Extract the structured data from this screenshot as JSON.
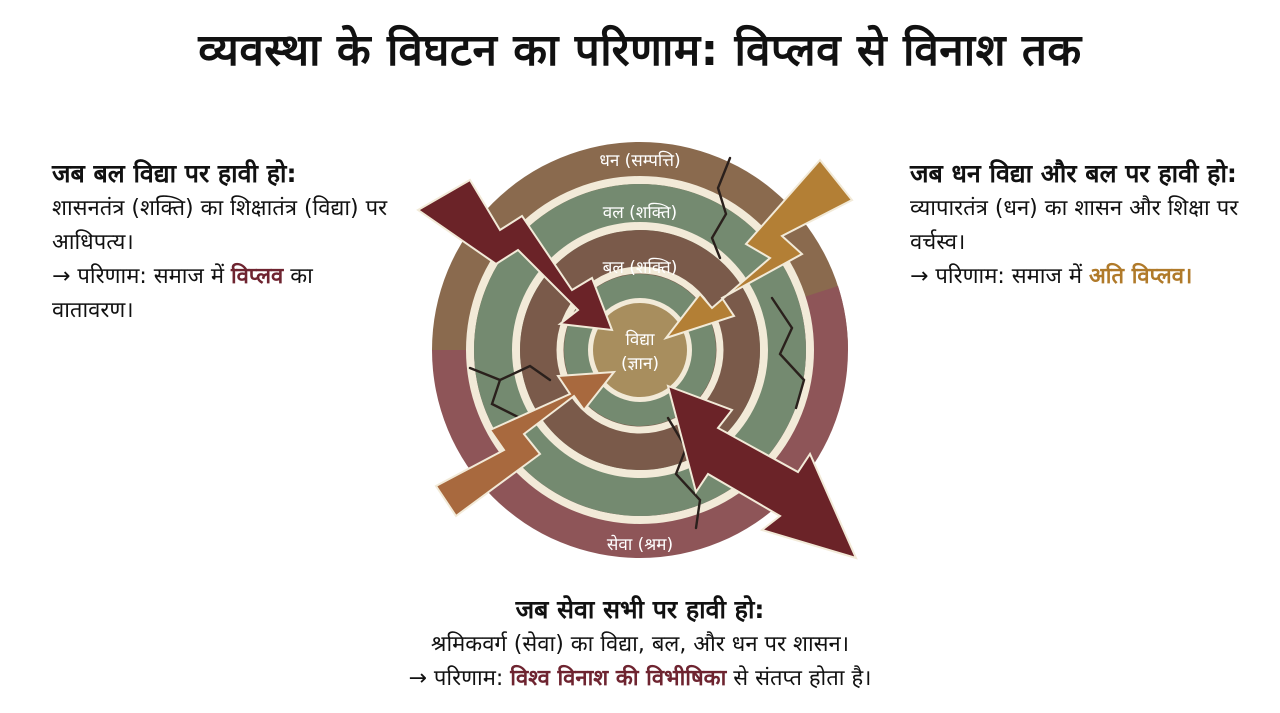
{
  "title": "व्यवस्था के विघटन का परिणाम: विप्लव से विनाश तक",
  "left_note": {
    "heading": "जब बल विद्या पर हावी हो:",
    "line1": "शासनतंत्र (शक्ति) का शिक्षातंत्र (विद्या) पर आधिपत्य।",
    "result_prefix": "→ परिणाम: समाज में ",
    "result_highlight": "विप्लव",
    "result_suffix": " का वातावरण।"
  },
  "right_note": {
    "heading": "जब धन विद्या और बल पर हावी हो:",
    "line1": "व्यापारतंत्र (धन) का शासन और शिक्षा पर वर्चस्व।",
    "result_prefix": "→ परिणाम: समाज में ",
    "result_highlight": "अति विप्लव।"
  },
  "bottom_note": {
    "heading": "जब सेवा सभी पर हावी हो:",
    "line1": "श्रमिकवर्ग (सेवा) का विद्या, बल, और धन पर शासन।",
    "result_prefix": "→ परिणाम: ",
    "result_highlight": "विश्व विनाश की विभीषिका",
    "result_suffix": " से संतप्त होता है।"
  },
  "diagram": {
    "ring_outer_top": "धन (सम्पत्ति)",
    "ring_second": "वल (शक्ति)",
    "ring_third": "बल (शक्ति)",
    "ring_outer_bottom": "सेवा (श्रम)",
    "core_line1": "विद्या",
    "core_line2": "(ज्ञान)",
    "colors": {
      "outer_brown": "#8a6a4e",
      "green": "#748a70",
      "third_brown": "#7a5a4a",
      "core": "#a88e5e",
      "rose": "#8e5558",
      "dark_red_arrow": "#6b2328",
      "gold_arrow": "#b37f35",
      "orange_arrow": "#a8693e"
    }
  }
}
